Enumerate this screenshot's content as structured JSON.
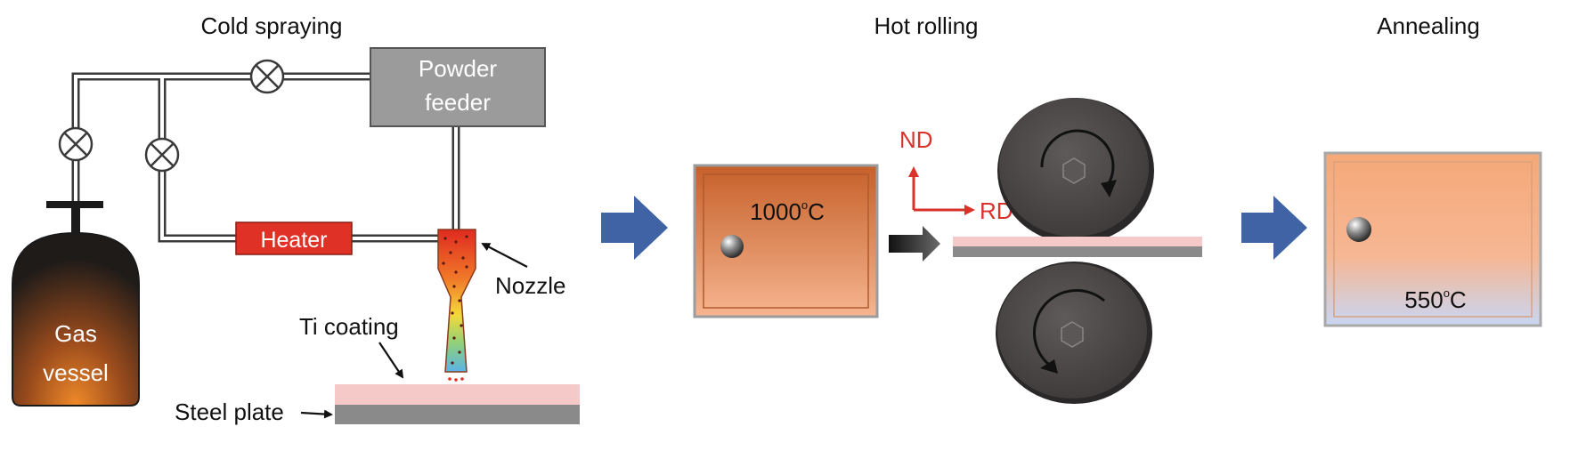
{
  "titles": {
    "cold_spraying": "Cold spraying",
    "hot_rolling": "Hot rolling",
    "annealing": "Annealing"
  },
  "cold_spray": {
    "powder_feeder_line1": "Powder",
    "powder_feeder_line2": "feeder",
    "heater": "Heater",
    "nozzle": "Nozzle",
    "gas_vessel_line1": "Gas",
    "gas_vessel_line2": "vessel",
    "ti_coating": "Ti coating",
    "steel_plate": "Steel plate"
  },
  "hot_rolling": {
    "temperature": "1000",
    "temperature_unit": "C",
    "degree_mark": "o",
    "normal_direction": "ND",
    "rolling_direction": "RD"
  },
  "annealing": {
    "temperature": "550",
    "temperature_unit": "C",
    "degree_mark": "o"
  },
  "colors": {
    "arrow_blue": "#3f63a5",
    "heater_red": "#e03127",
    "direction_red": "#d8322a",
    "coating_pink": "#f6c9c9",
    "steel_gray": "#8a8a8a",
    "roller_dark": "#4f4c4b",
    "feeder_gray": "#9b9b9b",
    "furnace_orange": "#d9743f",
    "annealing_peach": "#f3b58e"
  }
}
